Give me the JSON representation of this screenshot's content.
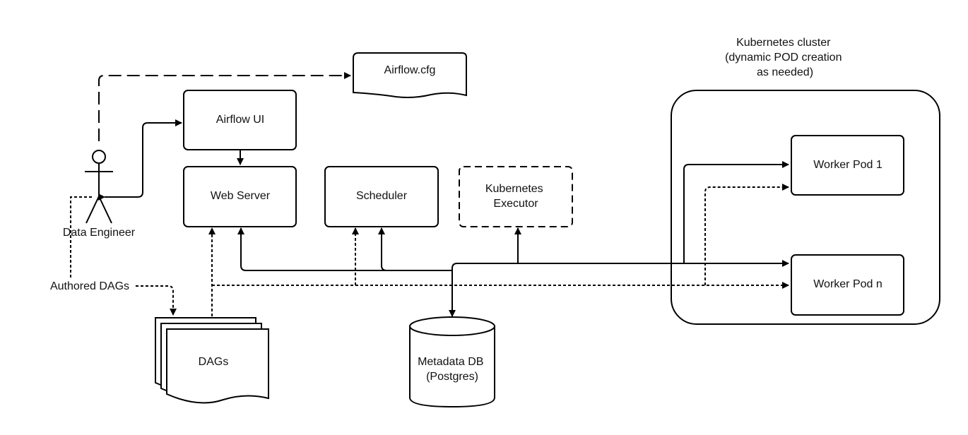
{
  "nodes": {
    "config_file": "Airflow.cfg",
    "airflow_ui": "Airflow UI",
    "web_server": "Web Server",
    "scheduler": "Scheduler",
    "executor": [
      "Kubernetes",
      "Executor"
    ],
    "actor": "Data Engineer",
    "authored_dags": "Authored DAGs",
    "dags": "DAGs",
    "metadata_db": [
      "Metadata DB",
      "(Postgres)"
    ],
    "cluster_title": [
      "Kubernetes cluster",
      "(dynamic POD creation",
      "as needed)"
    ],
    "worker_pod_1": "Worker Pod 1",
    "worker_pod_n": "Worker Pod n"
  }
}
